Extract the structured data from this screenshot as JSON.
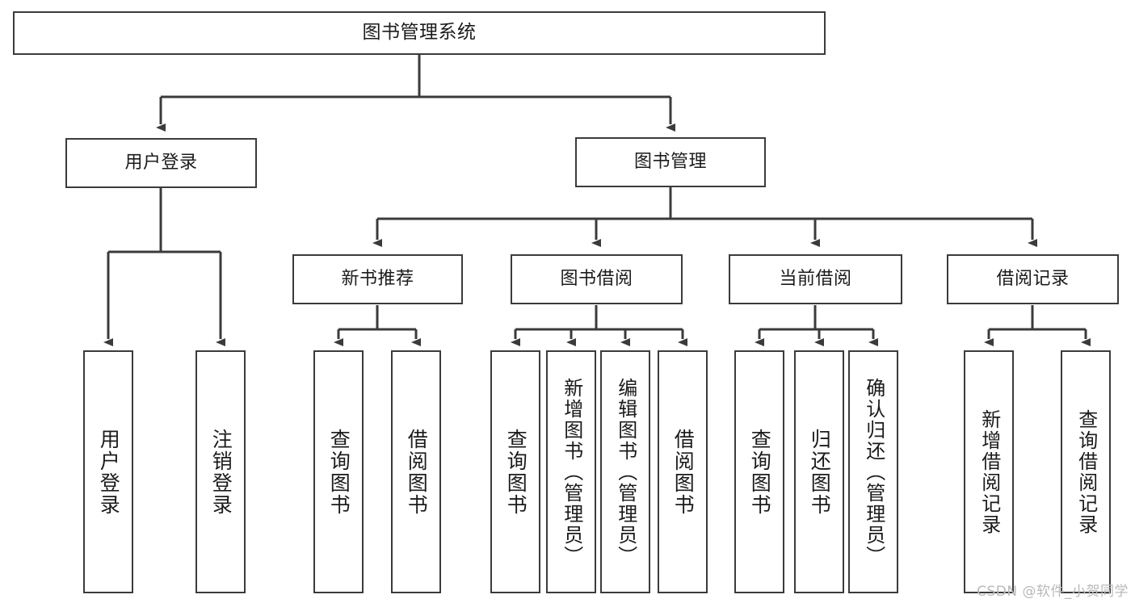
{
  "diagram": {
    "type": "tree-hierarchy",
    "title": "图书管理系统",
    "levels": [
      {
        "level": 1,
        "nodes": [
          {
            "id": "root",
            "label": "图书管理系统",
            "orientation": "horizontal"
          }
        ]
      },
      {
        "level": 2,
        "nodes": [
          {
            "id": "user-login",
            "label": "用户登录",
            "orientation": "horizontal",
            "parent": "root"
          },
          {
            "id": "book-manage",
            "label": "图书管理",
            "orientation": "horizontal",
            "parent": "root"
          }
        ]
      },
      {
        "level": 3,
        "nodes": [
          {
            "id": "new-book-rec",
            "label": "新书推荐",
            "orientation": "horizontal",
            "parent": "book-manage"
          },
          {
            "id": "book-borrow",
            "label": "图书借阅",
            "orientation": "horizontal",
            "parent": "book-manage"
          },
          {
            "id": "current-borrow",
            "label": "当前借阅",
            "orientation": "horizontal",
            "parent": "book-manage"
          },
          {
            "id": "borrow-record",
            "label": "借阅记录",
            "orientation": "horizontal",
            "parent": "book-manage"
          }
        ]
      },
      {
        "level": 4,
        "nodes": [
          {
            "id": "leaf-user-login",
            "label": "用户登录",
            "orientation": "vertical",
            "parent": "user-login"
          },
          {
            "id": "leaf-logout",
            "label": "注销登录",
            "orientation": "vertical",
            "parent": "user-login"
          },
          {
            "id": "leaf-query-book-1",
            "label": "查询图书",
            "orientation": "vertical",
            "parent": "new-book-rec"
          },
          {
            "id": "leaf-borrow-book-1",
            "label": "借阅图书",
            "orientation": "vertical",
            "parent": "new-book-rec"
          },
          {
            "id": "leaf-query-book-2",
            "label": "查询图书",
            "orientation": "vertical",
            "parent": "book-borrow"
          },
          {
            "id": "leaf-add-book",
            "label": "新增图书（管理员）",
            "orientation": "vertical",
            "parent": "book-borrow"
          },
          {
            "id": "leaf-edit-book",
            "label": "编辑图书（管理员）",
            "orientation": "vertical",
            "parent": "book-borrow"
          },
          {
            "id": "leaf-borrow-book-2",
            "label": "借阅图书",
            "orientation": "vertical",
            "parent": "book-borrow"
          },
          {
            "id": "leaf-query-book-3",
            "label": "查询图书",
            "orientation": "vertical",
            "parent": "current-borrow"
          },
          {
            "id": "leaf-return-book",
            "label": "归还图书",
            "orientation": "vertical",
            "parent": "current-borrow"
          },
          {
            "id": "leaf-confirm-return",
            "label": "确认归还（管理员）",
            "orientation": "vertical",
            "parent": "current-borrow"
          },
          {
            "id": "leaf-add-record",
            "label": "新增借阅记录",
            "orientation": "vertical",
            "parent": "borrow-record"
          },
          {
            "id": "leaf-query-record",
            "label": "查询借阅记录",
            "orientation": "vertical",
            "parent": "borrow-record"
          }
        ]
      }
    ],
    "colors": {
      "stroke": "#3b3b3b",
      "fill": "#ffffff",
      "text": "#1b1b1b",
      "watermark": "#b9b9b9"
    }
  },
  "watermark": {
    "text": "CSDN @软件_小贺同学"
  }
}
